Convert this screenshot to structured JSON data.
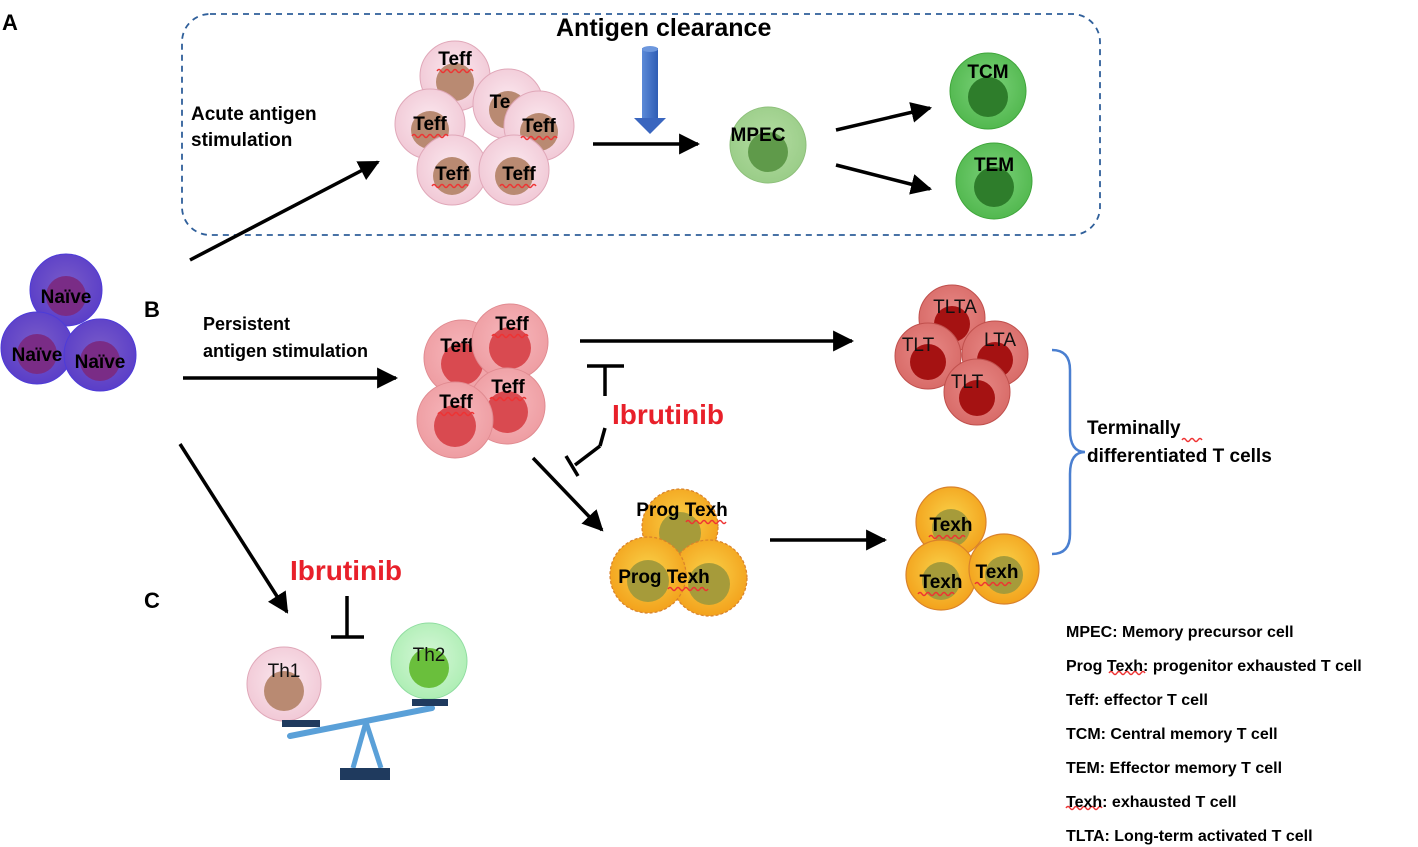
{
  "panels": {
    "a": "A",
    "b": "B",
    "c": "C"
  },
  "labels": {
    "antigen_clearance": "Antigen clearance",
    "acute_line1": "Acute antigen",
    "acute_line2": "stimulation",
    "persistent_line1": "Persistent",
    "persistent_line2": "antigen stimulation",
    "ibrutinib_top": "Ibrutinib",
    "ibrutinib_bottom": "Ibrutinib",
    "terminal_line1": "Terminally",
    "terminal_line2": "differentiated T cells"
  },
  "cells": {
    "naive": [
      "Naïve",
      "Naïve",
      "Naïve"
    ],
    "teff_acute": [
      "Teff",
      "Te",
      "Teff",
      "Teff",
      "Teff",
      "Teff"
    ],
    "mpec": "MPEC",
    "tcm": "TCM",
    "tem": "TEM",
    "teff_persistent": [
      "Teff",
      "Teff",
      "Teff",
      "Teff"
    ],
    "tlta": [
      "TLTA",
      "TLT",
      "LTA",
      "TLT"
    ],
    "prog_texh": [
      "Prog Texh",
      "Prog Texh"
    ],
    "texh": [
      "Texh",
      "Texh",
      "Texh"
    ],
    "th1": "Th1",
    "th2": "Th2"
  },
  "legend": [
    "MPEC: Memory precursor cell",
    "Prog Texh: progenitor exhausted T cell",
    "Teff: effector T cell",
    "TCM: Central memory T cell",
    "TEM: Effector memory T cell",
    "Texh: exhausted T cell",
    "TLTA: Long-term activated T cell"
  ],
  "colors": {
    "accent_red": "#e8202a",
    "bracket_blue": "#4a7fd0",
    "dashed_box": "#2f5f9a",
    "down_arrow": "#4472c4"
  }
}
